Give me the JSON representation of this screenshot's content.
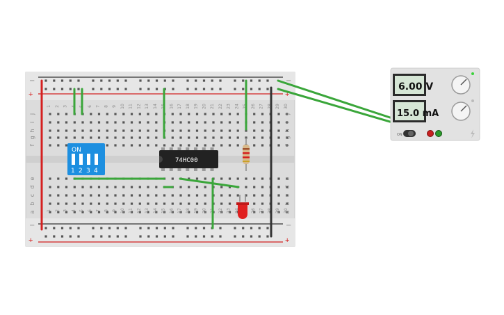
{
  "breadboard": {
    "columns_top": [
      "1",
      "2",
      "3",
      "4",
      "5",
      "6",
      "7",
      "8",
      "9",
      "10",
      "11",
      "12",
      "13",
      "14",
      "15",
      "16",
      "17",
      "18",
      "19",
      "20",
      "21",
      "22",
      "23",
      "24",
      "25",
      "26",
      "27",
      "28",
      "29",
      "30"
    ],
    "rows_top": [
      "j",
      "i",
      "h",
      "g",
      "f"
    ],
    "rows_bottom": [
      "e",
      "d",
      "c",
      "b",
      "a"
    ],
    "rail_plus": "+",
    "rail_minus": "−"
  },
  "dip_switch": {
    "on_label": "ON",
    "numbers": [
      "1",
      "2",
      "3",
      "4"
    ]
  },
  "chip": {
    "label": "74HC00"
  },
  "power_supply": {
    "voltage_display": "6.00 V",
    "current_display": "15.0 mA",
    "on_label": "ON",
    "voltage_knob": "voltage-knob",
    "current_knob": "current-knob"
  },
  "colors": {
    "wire_green": "#3aa63a",
    "rail_red": "#d42020",
    "rail_black": "#333333",
    "dip_blue": "#1d8fe0",
    "chip_body": "#222222",
    "led_red": "#e02020"
  }
}
